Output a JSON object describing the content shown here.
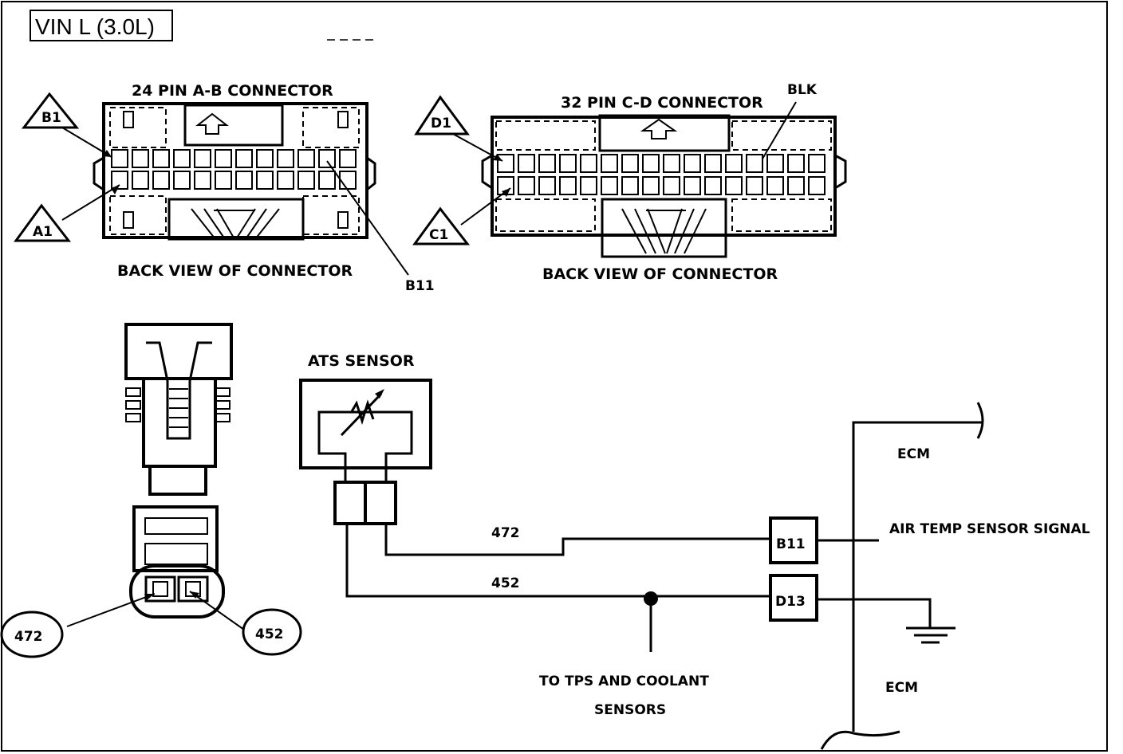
{
  "title": "VIN L (3.0L)",
  "connector_ab": {
    "title": "24 PIN A-B  CONNECTOR",
    "caption": "BACK VIEW OF CONNECTOR",
    "tag_b1": "B1",
    "tag_a1": "A1",
    "pin_b11": "B11"
  },
  "connector_cd": {
    "title": "32 PIN C-D  CONNECTOR",
    "caption": "BACK VIEW OF CONNECTOR",
    "tag_d1": "D1",
    "tag_c1": "C1",
    "blk": "BLK"
  },
  "sensor": {
    "title": "ATS SENSOR",
    "callout_472": "472",
    "callout_452": "452"
  },
  "wires": {
    "w472": "472",
    "w452": "452",
    "tap_line1": "TO TPS AND COOLANT",
    "tap_line2": "SENSORS"
  },
  "ecm": {
    "label_top": "ECM",
    "label_bottom": "ECM",
    "pin_b11": "B11",
    "pin_d13": "D13",
    "signal": "AIR TEMP SENSOR SIGNAL"
  }
}
